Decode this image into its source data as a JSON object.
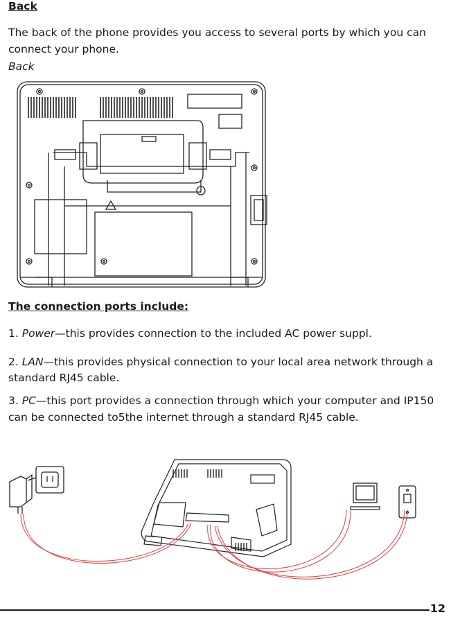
{
  "section_title": "Back",
  "intro": {
    "line1": "The back of the phone provides you access to several ports by which you can",
    "line2": "connect your phone."
  },
  "figure_caption": "Back",
  "ports_heading": "The connection ports include:",
  "ports": [
    {
      "number": "1. ",
      "name": "Power",
      "lines": [
        "—this provides connection to the included AC power suppl."
      ]
    },
    {
      "number": "2. ",
      "name": "LAN",
      "lines": [
        "—this provides physical connection to your local area network through a",
        "standard RJ45 cable."
      ]
    },
    {
      "number": "3. ",
      "name": "PC",
      "lines": [
        "—this port provides  a connection through which your computer  and IP150",
        "can be connected to5the internet through a standard RJ45 cable."
      ]
    }
  ],
  "page_number": "12",
  "colors": {
    "text": "#1a1a1a",
    "cable": "#e8393a",
    "line_art": "#222222"
  }
}
